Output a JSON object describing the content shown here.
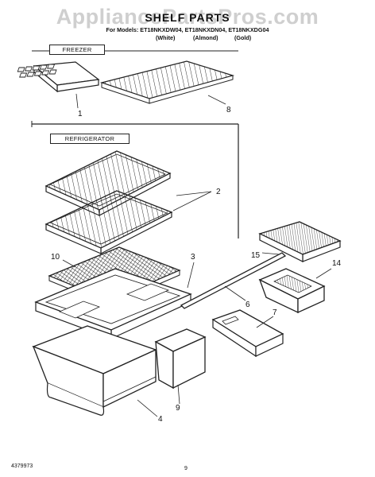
{
  "header": {
    "watermark": "AppliancePartsPros.com",
    "title": "SHELF PARTS",
    "models": "For Models: ET18NKXDW04, ET18NKXDN04, ET18NKXDG04",
    "variants": [
      "(White)",
      "(Almond)",
      "(Gold)"
    ]
  },
  "sections": {
    "freezer": "FREEZER",
    "refrigerator": "REFRIGERATOR"
  },
  "callouts": {
    "c1": "1",
    "c8": "8",
    "c2": "2",
    "c15": "15",
    "c14": "14",
    "c10": "10",
    "c3": "3",
    "c6": "6",
    "c7": "7",
    "c4": "4",
    "c9": "9"
  },
  "footer": {
    "doc_number": "4379973",
    "page": "9"
  }
}
